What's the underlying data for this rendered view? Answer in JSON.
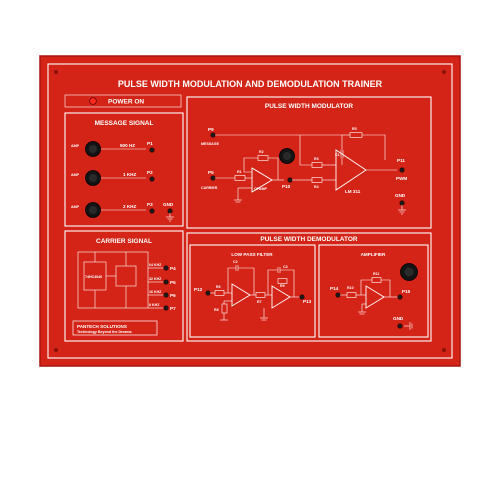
{
  "title": "PULSE WIDTH MODULATION AND DEMODULATION TRAINER",
  "power_label": "POWER ON",
  "colors": {
    "panel": "#d42418",
    "panel_edge": "#a8140c",
    "line": "#ffffff",
    "knob": "#141414",
    "led": "#ff2a1a"
  },
  "message_signal": {
    "title": "MESSAGE SIGNAL",
    "rows": [
      {
        "amp": "AMP",
        "freq": "500 HZ",
        "port": "P1"
      },
      {
        "amp": "AMP",
        "freq": "1 KHZ",
        "port": "P2"
      },
      {
        "amp": "AMP",
        "freq": "2 KHZ",
        "port": "P3"
      }
    ],
    "gnd": "GND"
  },
  "modulator": {
    "title": "PULSE WIDTH MODULATOR",
    "p9": "P9",
    "message": "MESSAGE",
    "p5": "P5",
    "carrier": "CARRIER",
    "p10": "P10",
    "p11": "P11",
    "pwm": "PWM",
    "lm311": "LM 311",
    "opamp": "OPAMP",
    "gnd": "GND",
    "r1": "R1",
    "r2": "R2",
    "r3": "R3",
    "r4": "R4",
    "r5": "R5",
    "c1": "C1"
  },
  "carrier_signal": {
    "title": "CARRIER SIGNAL",
    "ports": [
      {
        "freq": "64 KHZ",
        "port": "P4"
      },
      {
        "freq": "32 KHZ",
        "port": "P5"
      },
      {
        "freq": "16 KHZ",
        "port": "P6"
      },
      {
        "freq": "8 KHZ",
        "port": "P7"
      }
    ],
    "ic_label": "74HC4040"
  },
  "demodulator": {
    "title": "PULSE WIDTH DEMODULATOR",
    "lpf": {
      "title": "LOW PASS FILTER",
      "p12": "P12",
      "p13": "P13",
      "r6": "R6",
      "r7": "R7",
      "r8": "R8",
      "r9": "R9",
      "c2": "C2",
      "c3": "C3"
    },
    "amp": {
      "title": "AMPLIFIER",
      "p14": "P14",
      "p15": "P15",
      "r10": "R10",
      "r11": "R11",
      "gnd": "GND"
    }
  },
  "brand": {
    "name": "PANTECH SOLUTIONS",
    "tagline": "Technology Beyond the Dreams"
  }
}
